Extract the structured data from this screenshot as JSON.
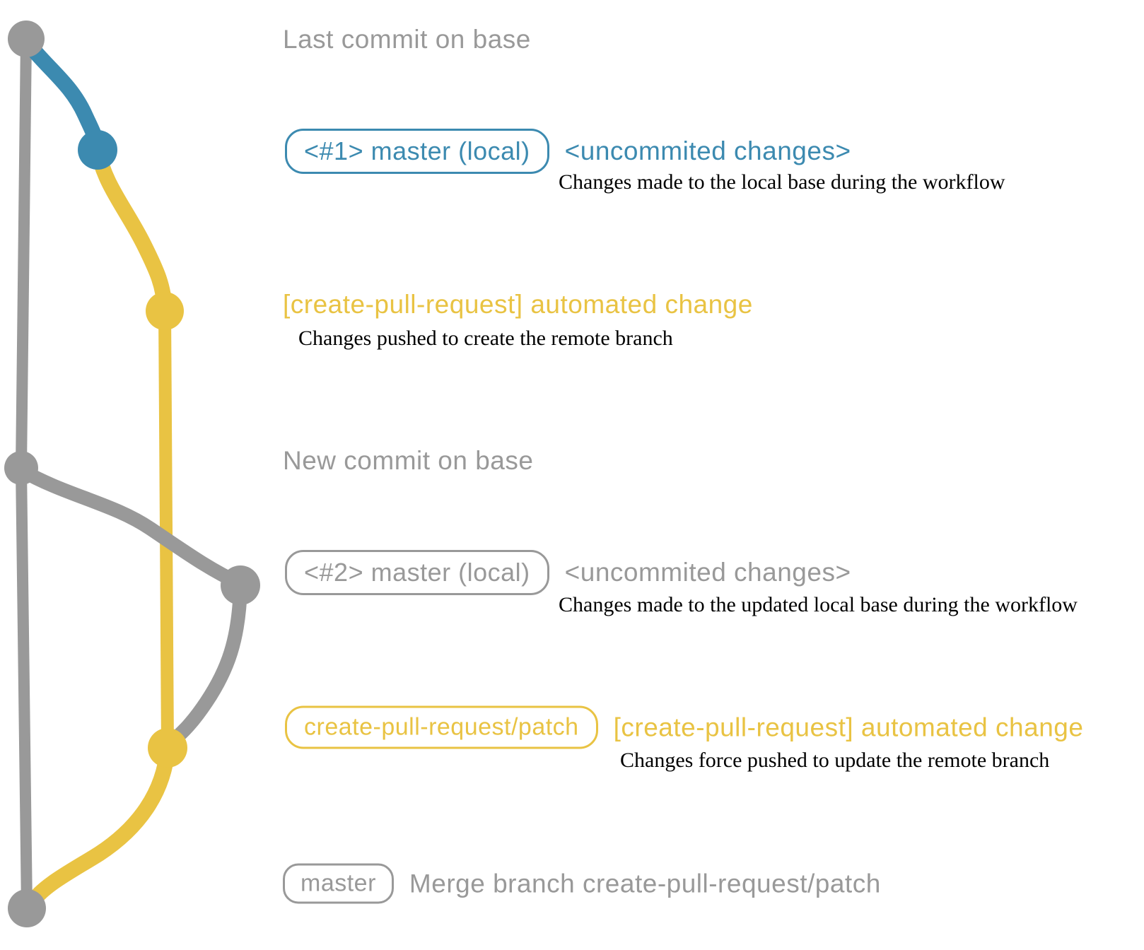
{
  "colors": {
    "gray": "#999999",
    "blue": "#3c8ab0",
    "yellow": "#e9c343",
    "description_text": "#000000",
    "background": "#ffffff"
  },
  "graph": {
    "type": "git-commit-graph",
    "commits": [
      {
        "name": "last-commit-on-base",
        "color": "gray",
        "branch": "base"
      },
      {
        "name": "local-commit-1",
        "color": "blue",
        "branch": "master (local)"
      },
      {
        "name": "automated-change-commit-1",
        "color": "yellow",
        "branch": "create-pull-request/patch"
      },
      {
        "name": "new-commit-on-base",
        "color": "gray",
        "branch": "base"
      },
      {
        "name": "local-commit-2",
        "color": "gray",
        "branch": "master (local)"
      },
      {
        "name": "automated-change-commit-2",
        "color": "yellow",
        "branch": "create-pull-request/patch"
      },
      {
        "name": "merge-commit",
        "color": "gray",
        "branch": "base"
      }
    ]
  },
  "rows": {
    "r1": {
      "title": "Last commit on base"
    },
    "r2": {
      "badge": "<#1> master (local)",
      "note": "<uncommited changes>",
      "desc": "Changes made to the local base during the workflow"
    },
    "r3": {
      "title": "[create-pull-request] automated change",
      "desc": "Changes pushed to create the remote branch"
    },
    "r4": {
      "title": "New commit on base"
    },
    "r5": {
      "badge": "<#2> master (local)",
      "note": "<uncommited changes>",
      "desc": "Changes made to the updated local base during the workflow"
    },
    "r6": {
      "badge": "create-pull-request/patch",
      "note": "[create-pull-request] automated change",
      "desc": "Changes force pushed to update the remote branch"
    },
    "r7": {
      "badge": "master",
      "note": "Merge branch create-pull-request/patch"
    }
  }
}
